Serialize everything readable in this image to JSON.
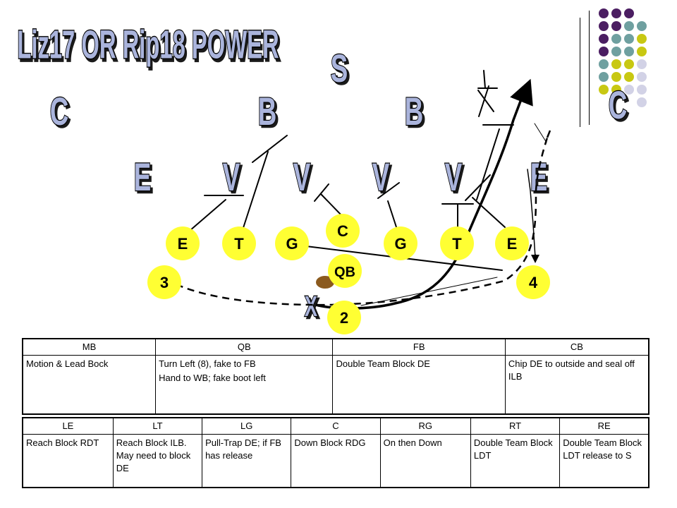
{
  "title": "Liz17 OR Rip18 POWER",
  "colors": {
    "purple": "#4B1E62",
    "teal": "#6FA0A0",
    "olive": "#C8C812",
    "lavender": "#D2D2E6",
    "player_fill": "#FFFF33",
    "letter_fill": "#AAB4DC",
    "ball": "#8B5A1E"
  },
  "defense": {
    "safety": "S",
    "corner_left": "C",
    "corner_right": "C",
    "backer_left": "B",
    "backer_right": "B",
    "end_left": "E",
    "end_right": "E",
    "v1": "V",
    "v2": "V",
    "v3": "V",
    "v4": "V"
  },
  "offense": {
    "center": "C",
    "left_end": "E",
    "left_tackle": "T",
    "left_guard": "G",
    "right_guard": "G",
    "right_tackle": "T",
    "right_end": "E",
    "qb": "QB",
    "back_3": "3",
    "back_4": "4",
    "back_2": "2",
    "x_mark": "X"
  },
  "table1": {
    "headers": [
      "MB",
      "QB",
      "FB",
      "CB"
    ],
    "cells": {
      "mb": "Motion & Lead Bock",
      "qb_line1": "Turn Left (8), fake to FB",
      "qb_line2": "Hand to WB; fake boot left",
      "fb": "Double Team Block DE",
      "cb": "Chip DE to outside and seal off ILB"
    }
  },
  "table2": {
    "headers": [
      "LE",
      "LT",
      "LG",
      "C",
      "RG",
      "RT",
      "RE"
    ],
    "cells": [
      "Reach Block RDT",
      "Reach Block ILB. May need to block DE",
      "Pull-Trap DE; if FB has release",
      "Down Block RDG",
      "On then Down",
      "Double Team Block LDT",
      "Double Team Block LDT release to S"
    ]
  }
}
